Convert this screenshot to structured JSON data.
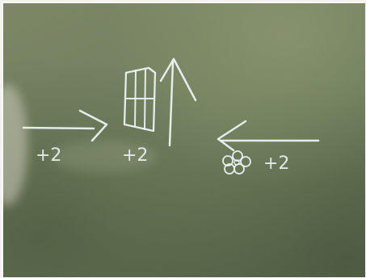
{
  "labels": {
    "first": "+2",
    "second": "+2",
    "third": "+2"
  },
  "colors": {
    "chalk": "#eef4f6",
    "board": "#6f7c5c"
  }
}
